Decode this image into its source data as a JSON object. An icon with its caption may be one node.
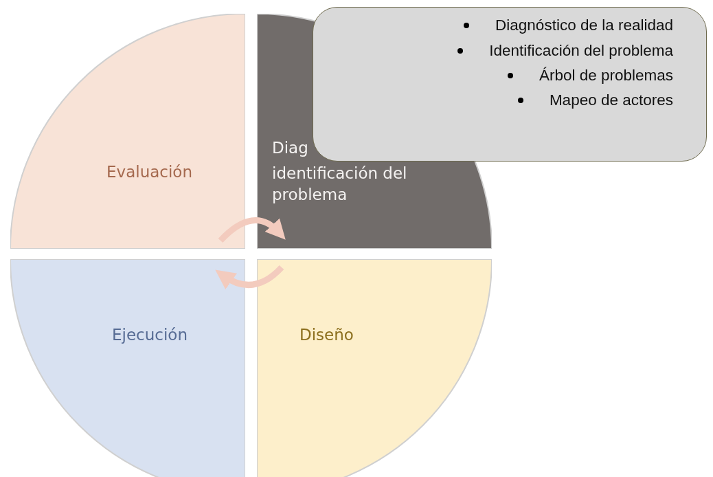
{
  "diagram": {
    "nodes": [
      {
        "text": [
          "Evaluación"
        ]
      },
      {
        "text": [
          "Diag",
          "identificación del problema"
        ]
      },
      {
        "text": [
          "Diagnóstico de la realidad",
          "Identificación del problema",
          "Árbol de problemas",
          "Mapeo de actores"
        ]
      },
      {
        "text": [
          "Ejecución"
        ]
      },
      {
        "text": [
          "Diseño"
        ]
      }
    ],
    "edges": [
      {
        "from": 0,
        "to": 1,
        "arrow": "to"
      },
      {
        "from": 4,
        "to": 3,
        "arrow": "to"
      }
    ]
  }
}
